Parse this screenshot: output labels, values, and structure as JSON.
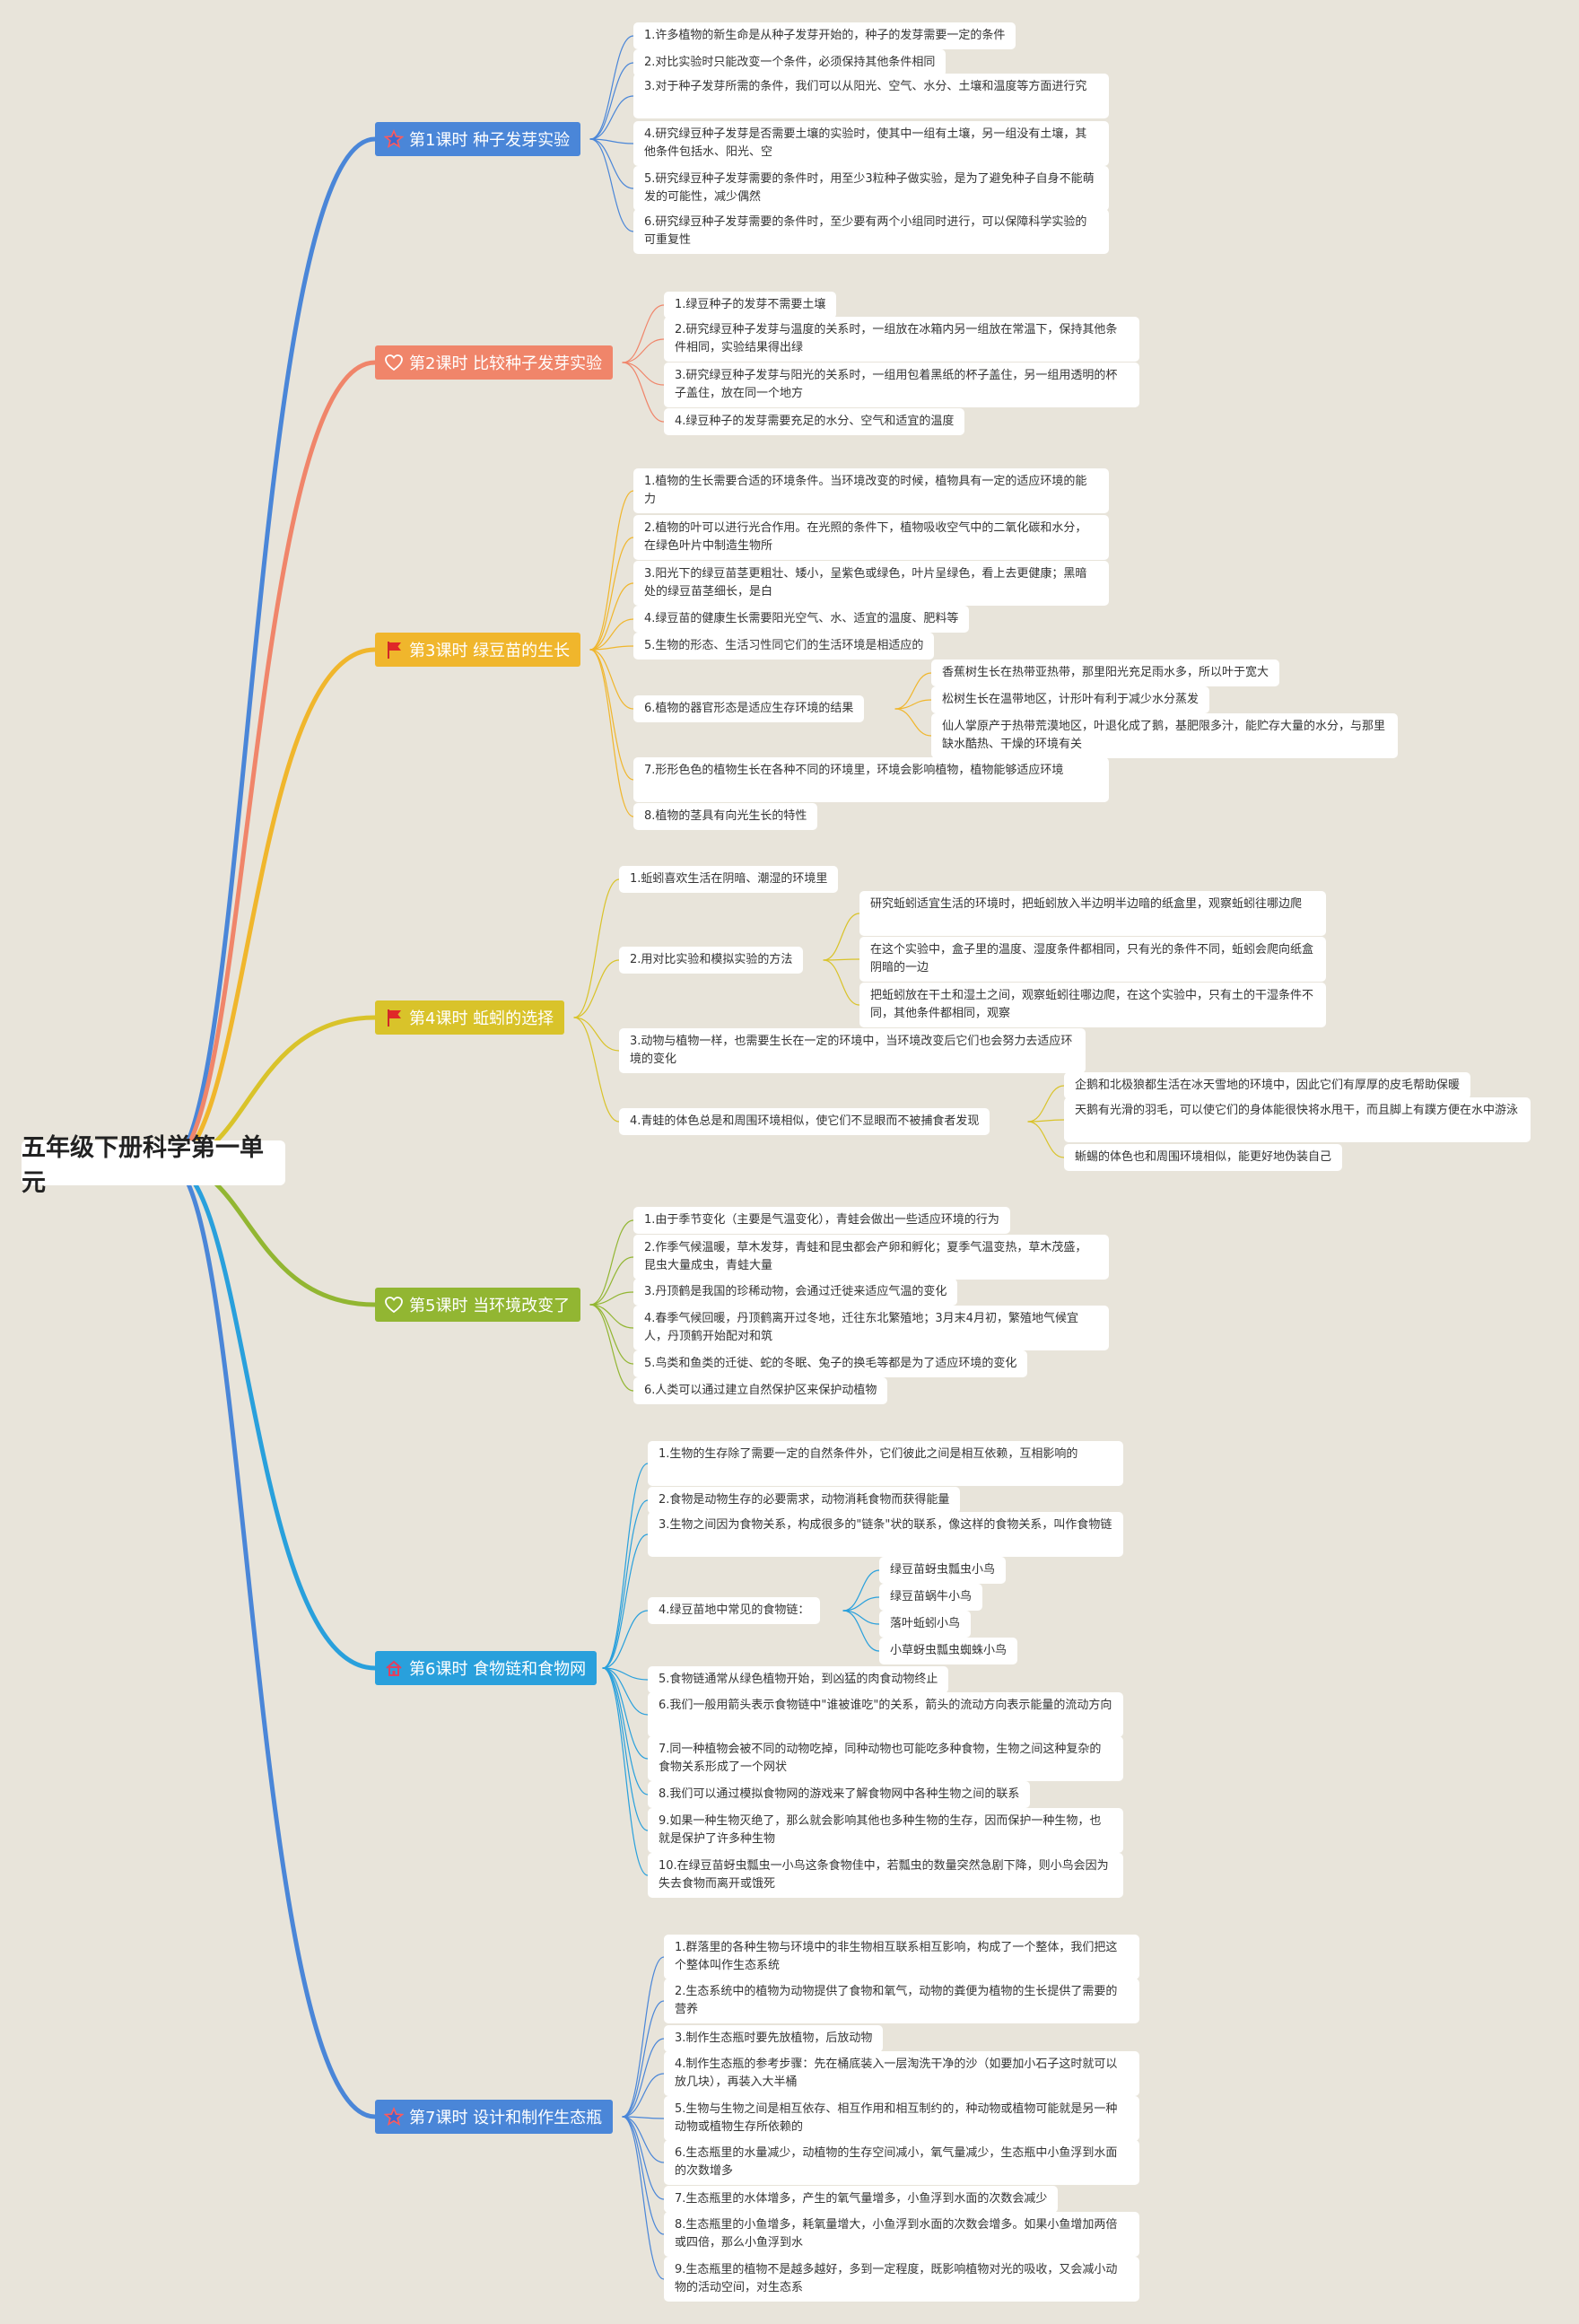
{
  "root": "五年级下册科学第一单元",
  "colors": [
    "#4a86d8",
    "#f0856a",
    "#f0b62c",
    "#d9c32a",
    "#92b632",
    "#29a0dc",
    "#4a86d8"
  ],
  "lessons": [
    {
      "title": "第1课时  种子发芽实验",
      "icon": "star-icon",
      "items": [
        {
          "text": "1.许多植物的新生命是从种子发芽开始的，种子的发芽需要一定的条件"
        },
        {
          "text": "2.对比实验时只能改变一个条件，必须保持其他条件相同"
        },
        {
          "text": "3.对于种子发芽所需的条件，我们可以从阳光、空气、水分、土壤和温度等方面进行究"
        },
        {
          "text": "4.研究绿豆种子发芽是否需要土壤的实验时，使其中一组有土壤，另一组没有土壤，其他条件包括水、阳光、空"
        },
        {
          "text": "5.研究绿豆种子发芽需要的条件时，用至少3粒种子做实验，是为了避免种子自身不能萌发的可能性，减少偶然"
        },
        {
          "text": "6.研究绿豆种子发芽需要的条件时，至少要有两个小组同时进行，可以保障科学实验的可重复性"
        }
      ]
    },
    {
      "title": "第2课时  比较种子发芽实验",
      "icon": "heart-icon",
      "items": [
        {
          "text": "1.绿豆种子的发芽不需要土壤"
        },
        {
          "text": "2.研究绿豆种子发芽与温度的关系时，一组放在冰箱内另一组放在常温下，保持其他条件相同，实验结果得出绿"
        },
        {
          "text": "3.研究绿豆种子发芽与阳光的关系时，一组用包着黑纸的杯子盖住，另一组用透明的杯子盖住，放在同一个地方"
        },
        {
          "text": "4.绿豆种子的发芽需要充足的水分、空气和适宜的温度"
        }
      ]
    },
    {
      "title": "第3课时  绿豆苗的生长",
      "icon": "flag-icon",
      "items": [
        {
          "text": "1.植物的生长需要合适的环境条件。当环境改变的时候，植物具有一定的适应环境的能力"
        },
        {
          "text": "2.植物的叶可以进行光合作用。在光照的条件下，植物吸收空气中的二氧化碳和水分，在绿色叶片中制造生物所"
        },
        {
          "text": "3.阳光下的绿豆苗茎更粗壮、矮小，呈紫色或绿色，叶片呈绿色，看上去更健康；黑暗处的绿豆苗茎细长，是白"
        },
        {
          "text": "4.绿豆苗的健康生长需要阳光空气、水、适宜的温度、肥料等"
        },
        {
          "text": "5.生物的形态、生活习性同它们的生活环境是相适应的"
        },
        {
          "text": "6.植物的器官形态是适应生存环境的结果",
          "children": [
            "香蕉树生长在热带亚热带，那里阳光充足雨水多，所以叶于宽大",
            "松树生长在温带地区，计形叶有利于减少水分蒸发",
            "仙人掌原产于热带荒漠地区，叶退化成了鹅，基肥限多汁，能贮存大量的水分，与那里缺水酷热、干燥的环境有关"
          ]
        },
        {
          "text": "7.形形色色的植物生长在各种不同的环境里，环境会影响植物，植物能够适应环境"
        },
        {
          "text": "8.植物的茎具有向光生长的特性"
        }
      ]
    },
    {
      "title": "第4课时  蚯蚓的选择",
      "icon": "flag-icon",
      "items": [
        {
          "text": "1.蚯蚓喜欢生活在阴暗、潮湿的环境里"
        },
        {
          "text": "2.用对比实验和模拟实验的方法",
          "children": [
            "研究蚯蚓适宜生活的环境时，把蚯蚓放入半边明半边暗的纸盒里，观察蚯蚓往哪边爬",
            "在这个实验中，盒子里的温度、湿度条件都相同，只有光的条件不同，蚯蚓会爬向纸盒阴暗的一边",
            "把蚯蚓放在干土和湿土之间，观察蚯蚓往哪边爬，在这个实验中，只有土的干湿条件不同，其他条件都相同，观察"
          ]
        },
        {
          "text": "3.动物与植物一样，也需要生长在一定的环境中，当环境改变后它们也会努力去适应环境的变化"
        },
        {
          "text": "4.青蛙的体色总是和周围环境相似，使它们不显眼而不被捕食者发现",
          "children": [
            "企鹅和北极狼都生活在冰天雪地的环境中，因此它们有厚厚的皮毛帮助保暖",
            "天鹅有光滑的羽毛，可以使它们的身体能很快将水甩干，而且脚上有蹼方便在水中游泳",
            "蜥蜴的体色也和周围环境相似，能更好地伪装自己"
          ]
        }
      ]
    },
    {
      "title": "第5课时  当环境改变了",
      "icon": "heart-icon",
      "items": [
        {
          "text": "1.由于季节变化（主要是气温变化），青蛙会做出一些适应环境的行为"
        },
        {
          "text": "2.作季气候温暖，草木发芽，青蛙和昆虫都会产卵和孵化；夏季气温变热，草木茂盛，昆虫大量成虫，青蛙大量"
        },
        {
          "text": "3.丹顶鹤是我国的珍稀动物，会通过迁徙来适应气温的变化"
        },
        {
          "text": "4.春季气候回暖，丹顶鹤离开过冬地，迁往东北繁殖地；3月末4月初，繁殖地气候宜人，丹顶鹤开始配对和筑"
        },
        {
          "text": "5.鸟类和鱼类的迁徙、蛇的冬眠、兔子的换毛等都是为了适应环境的变化"
        },
        {
          "text": "6.人类可以通过建立自然保护区来保护动植物"
        }
      ]
    },
    {
      "title": "第6课时  食物链和食物网",
      "icon": "home-icon",
      "items": [
        {
          "text": "1.生物的生存除了需要一定的自然条件外，它们彼此之间是相互依赖，互相影响的"
        },
        {
          "text": "2.食物是动物生存的必要需求，动物消耗食物而获得能量"
        },
        {
          "text": "3.生物之间因为食物关系，构成很多的\"链条\"状的联系，像这样的食物关系，叫作食物链"
        },
        {
          "text": "4.绿豆苗地中常见的食物链：",
          "children": [
            "绿豆苗蚜虫瓢虫小鸟",
            "绿豆苗蜗牛小鸟",
            "落叶蚯蚓小鸟",
            "小草蚜虫瓢虫蜘蛛小鸟"
          ]
        },
        {
          "text": "5.食物链通常从绿色植物开始，到凶猛的肉食动物终止"
        },
        {
          "text": "6.我们一般用箭头表示食物链中\"谁被谁吃\"的关系，箭头的流动方向表示能量的流动方向"
        },
        {
          "text": "7.同一种植物会被不同的动物吃掉，同种动物也可能吃多种食物，生物之间这种复杂的食物关系形成了一个网状"
        },
        {
          "text": "8.我们可以通过模拟食物网的游戏来了解食物网中各种生物之间的联系"
        },
        {
          "text": "9.如果一种生物灭绝了，那么就会影响其他也多种生物的生存，因而保护一种生物，也就是保护了许多种生物"
        },
        {
          "text": "10.在绿豆苗蚜虫瓢虫一小鸟这条食物佳中，若瓢虫的数量突然急剧下降，则小鸟会因为失去食物而离开或饿死"
        }
      ]
    },
    {
      "title": "第7课时  设计和制作生态瓶",
      "icon": "star-icon",
      "items": [
        {
          "text": "1.群落里的各种生物与环境中的非生物相互联系相互影响，构成了一个整体，我们把这个整体叫作生态系统"
        },
        {
          "text": "2.生态系统中的植物为动物提供了食物和氧气，动物的粪便为植物的生长提供了需要的营养"
        },
        {
          "text": "3.制作生态瓶时要先放植物，后放动物"
        },
        {
          "text": "4.制作生态瓶的参考步骤：先在桶底装入一层淘洗干净的沙（如要加小石子这时就可以放几块），再装入大半桶"
        },
        {
          "text": "5.生物与生物之间是相互依存、相互作用和相互制约的，种动物或植物可能就是另一种动物或植物生存所依赖的"
        },
        {
          "text": "6.生态瓶里的水量减少，动植物的生存空间减小，氧气量减少，生态瓶中小鱼浮到水面的次数增多"
        },
        {
          "text": "7.生态瓶里的水体增多，产生的氧气量增多，小鱼浮到水面的次数会减少"
        },
        {
          "text": "8.生态瓶里的小鱼增多，耗氧量增大，小鱼浮到水面的次数会增多。如果小鱼增加两倍或四倍，那么小鱼浮到水"
        },
        {
          "text": "9.生态瓶里的植物不是越多越好，多到一定程度，既影响植物对光的吸收，又会减小动物的活动空间，对生态系"
        }
      ]
    }
  ]
}
